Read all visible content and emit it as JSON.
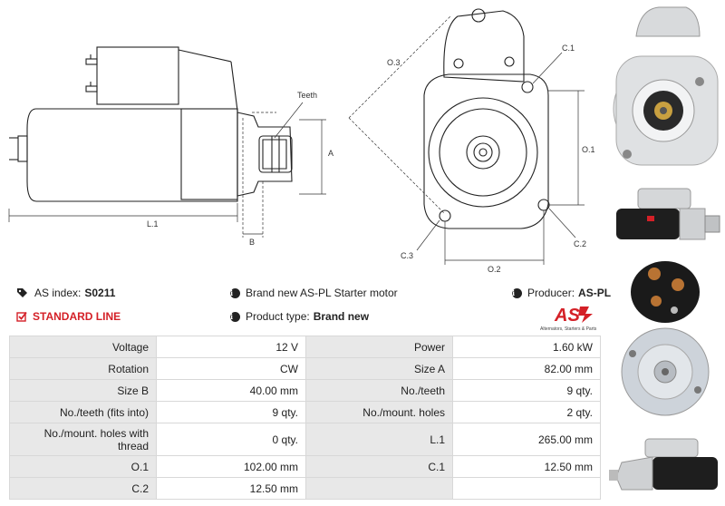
{
  "drawing": {
    "teeth_label": "Teeth",
    "dim_a": "A",
    "dim_b": "B",
    "dim_l1": "L.1",
    "dim_o1": "O.1",
    "dim_o2": "O.2",
    "dim_o3": "O.3",
    "dim_c1": "C.1",
    "dim_c2": "C.2",
    "dim_c3": "C.3"
  },
  "info": {
    "as_index_label": "AS index:",
    "as_index_value": "S0211",
    "description": "Brand new AS-PL Starter motor",
    "producer_label": "Producer:",
    "producer_value": "AS-PL",
    "standard_line": "STANDARD LINE",
    "product_type_label": "Product type:",
    "product_type_value": "Brand new"
  },
  "logo": {
    "mark": "AS",
    "tagline": "Alternators, Starters & Parts",
    "color": "#d42027"
  },
  "specs": {
    "rows": [
      {
        "l1": "Voltage",
        "v1": "12 V",
        "l2": "Power",
        "v2": "1.60 kW"
      },
      {
        "l1": "Rotation",
        "v1": "CW",
        "l2": "Size A",
        "v2": "82.00 mm"
      },
      {
        "l1": "Size B",
        "v1": "40.00 mm",
        "l2": "No./teeth",
        "v2": "9 qty."
      },
      {
        "l1": "No./teeth (fits into)",
        "v1": "9 qty.",
        "l2": "No./mount. holes",
        "v2": "2 qty."
      },
      {
        "l1": "No./mount. holes with thread",
        "v1": "0 qty.",
        "l2": "L.1",
        "v2": "265.00 mm"
      },
      {
        "l1": "O.1",
        "v1": "102.00 mm",
        "l2": "C.1",
        "v2": "12.50 mm"
      },
      {
        "l1": "C.2",
        "v1": "12.50 mm",
        "l2": "",
        "v2": ""
      }
    ]
  }
}
